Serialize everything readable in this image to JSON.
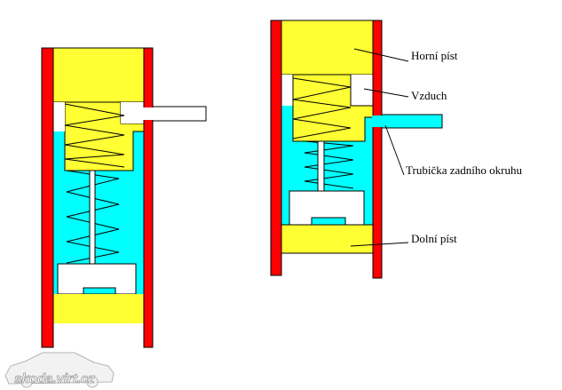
{
  "labels": {
    "upper_piston": "Horní píst",
    "air": "Vzduch",
    "rear_circuit_tube": "Trubička zadního okruhu",
    "lower_piston": "Dolní píst"
  },
  "watermark": {
    "text": "skoda.virt.cz"
  },
  "colors": {
    "cylinder_wall": "#ff0000",
    "piston": "#ffff33",
    "fluid": "#00ffff",
    "line": "#000000",
    "background": "#ffffff"
  }
}
